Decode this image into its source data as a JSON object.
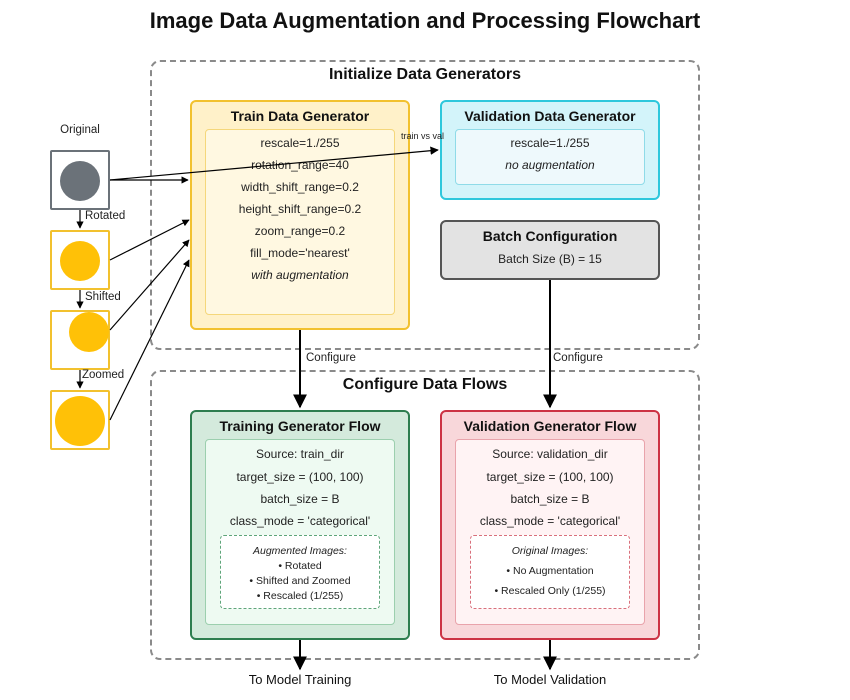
{
  "title": "Image Data Augmentation and Processing Flowchart",
  "init_region": {
    "title": "Initialize Data Generators",
    "train_gen": {
      "title": "Train Data Generator",
      "params": [
        "rescale=1./255",
        "rotation_range=40",
        "width_shift_range=0.2",
        "height_shift_range=0.2",
        "zoom_range=0.2",
        "fill_mode='nearest'"
      ],
      "note": "with augmentation"
    },
    "val_gen": {
      "title": "Validation Data Generator",
      "params": [
        "rescale=1./255"
      ],
      "note": "no augmentation"
    },
    "batch": {
      "title": "Batch Configuration",
      "value": "Batch Size (B) = 15"
    },
    "train_vs_val_label": "train vs val"
  },
  "examples": {
    "original": "Original",
    "rotated": "Rotated",
    "shifted": "Shifted",
    "zoomed": "Zoomed"
  },
  "configure_label": "Configure",
  "flow_region": {
    "title": "Configure Data Flows",
    "train_flow": {
      "title": "Training Generator Flow",
      "params": [
        "Source: train_dir",
        "target_size = (100, 100)",
        "batch_size = B",
        "class_mode = 'categorical'"
      ],
      "note_title": "Augmented Images:",
      "note_items": [
        "• Rotated",
        "• Shifted and Zoomed",
        "• Rescaled (1/255)"
      ]
    },
    "val_flow": {
      "title": "Validation Generator Flow",
      "params": [
        "Source: validation_dir",
        "target_size = (100, 100)",
        "batch_size = B",
        "class_mode = 'categorical'"
      ],
      "note_title": "Original Images:",
      "note_items": [
        "• No Augmentation",
        "• Rescaled Only (1/255)"
      ]
    }
  },
  "outputs": {
    "training": "To Model Training",
    "validation": "To Model Validation"
  },
  "colors": {
    "train_border": "#f2c12e",
    "train_fill": "#fff1c9",
    "train_inner": "#fff8e1",
    "val_border": "#2ec7dc",
    "val_fill": "#d3f4fa",
    "val_inner": "#eef9fc",
    "batch_border": "#555555",
    "batch_fill": "#e3e3e3",
    "tflow_border": "#2e7d4f",
    "tflow_fill": "#d4eadc",
    "tflow_inner": "#eefaf2",
    "vflow_border": "#cc3344",
    "vflow_fill": "#f8d7da",
    "vflow_inner": "#fff3f4",
    "gray_circle": "#6b7279",
    "yellow_circle": "#ffc107"
  }
}
